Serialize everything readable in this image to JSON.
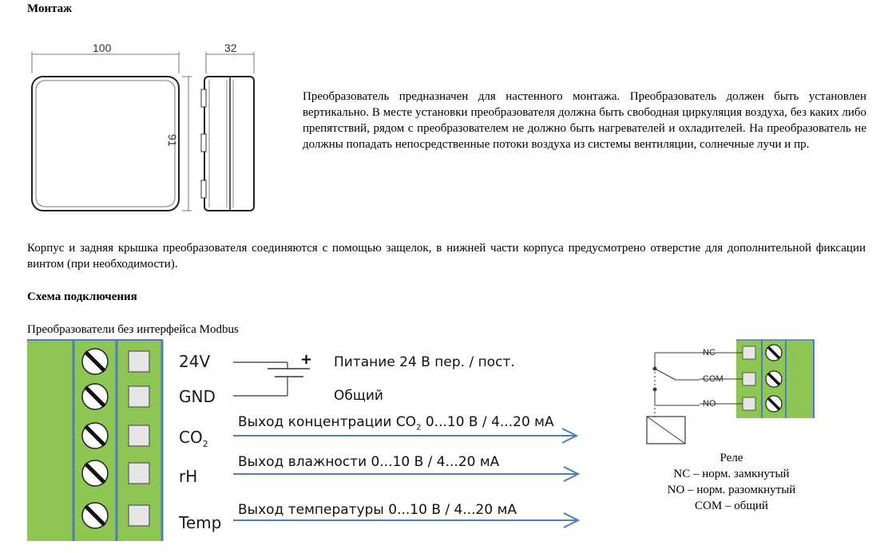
{
  "montage": {
    "heading": "Монтаж",
    "dims": {
      "width": "100",
      "depth": "32",
      "height": "91"
    },
    "paragraph1": "Преобразователь предназначен для настенного монтажа. Преобразователь должен быть установлен вертикально. В месте установки преобразователя должна быть свободная циркуляция воздуха, без каких либо препятствий, рядом с преобразователем не должно быть нагревателей и охладителей. На преобразователь не должны попадать непосредственные потоки воздуха из системы вентиляции, солнечные лучи и пр.",
    "paragraph2": "Корпус и задняя крышка преобразователя соединяются с помощью защелок, в нижней части корпуса предусмотрено отверстие для дополнительной фиксации винтом (при необходимости)."
  },
  "wiring": {
    "heading": "Схема подключения",
    "subheading": "Преобразователи без интерфейса Modbus",
    "terminals": [
      {
        "label": "24V",
        "description": "Питание 24 В пер. / пост."
      },
      {
        "label": "GND",
        "description": "Общий"
      },
      {
        "label": "CO",
        "label_sub": "2",
        "description_pre": "Выход концентрации CO",
        "description_sub": "2",
        "description_post": " 0...10 В / 4...20 мА"
      },
      {
        "label": "rH",
        "description": "Выход влажности 0...10 В / 4...20 мА"
      },
      {
        "label": "Temp",
        "description": "Выход температуры 0...10 В / 4...20 мА"
      }
    ],
    "plus_sign": "+",
    "relay": {
      "labels": [
        "NC",
        "COM",
        "NO"
      ],
      "caption": [
        "Реле",
        "NC – норм. замкнутый",
        "NO – норм. разомкнутый",
        "COM – общий"
      ]
    }
  },
  "colors": {
    "terminal_green": "#8dc653",
    "terminal_border": "#4a7fb8",
    "arrow_blue": "#4a7fb8"
  }
}
